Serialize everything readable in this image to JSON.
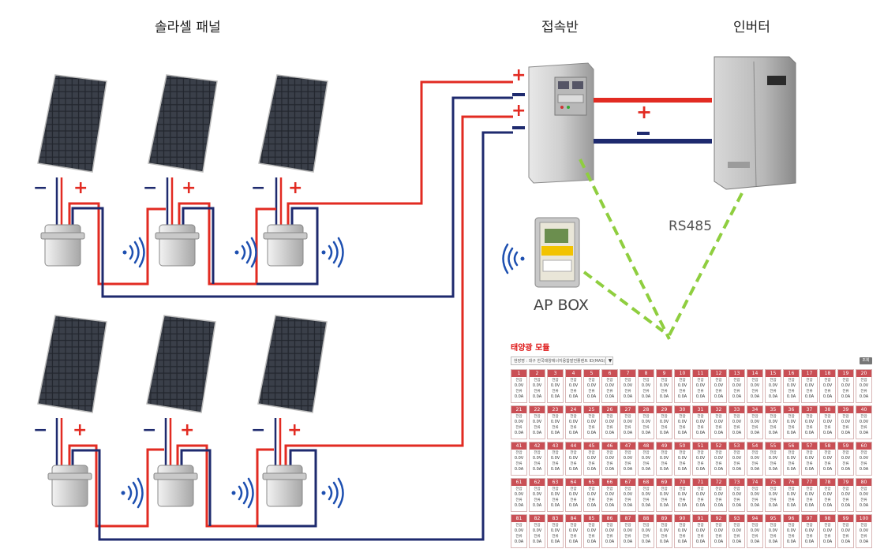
{
  "titles": {
    "panels": "솔라셀 패널",
    "junction": "접속반",
    "inverter": "인버터"
  },
  "labels": {
    "rs485": "RS485",
    "ap_box": "AP BOX",
    "plus": "+",
    "minus": "−"
  },
  "monitor": {
    "title": "태양광 모듈",
    "site_select": "현장명 : 대구 한국태양에너지융합발전플랜트 ID(MAS)",
    "button": "조회",
    "volt_label": "전압",
    "volt_value": "0.0V",
    "curr_label": "전류",
    "curr_value": "0.0A",
    "module_count": 100
  },
  "colors": {
    "positive": "#e22b22",
    "negative": "#1e2a6e",
    "rs485_link": "#8fce3f",
    "wireless": "#1d4fb0",
    "module_header": "#c94f55"
  }
}
